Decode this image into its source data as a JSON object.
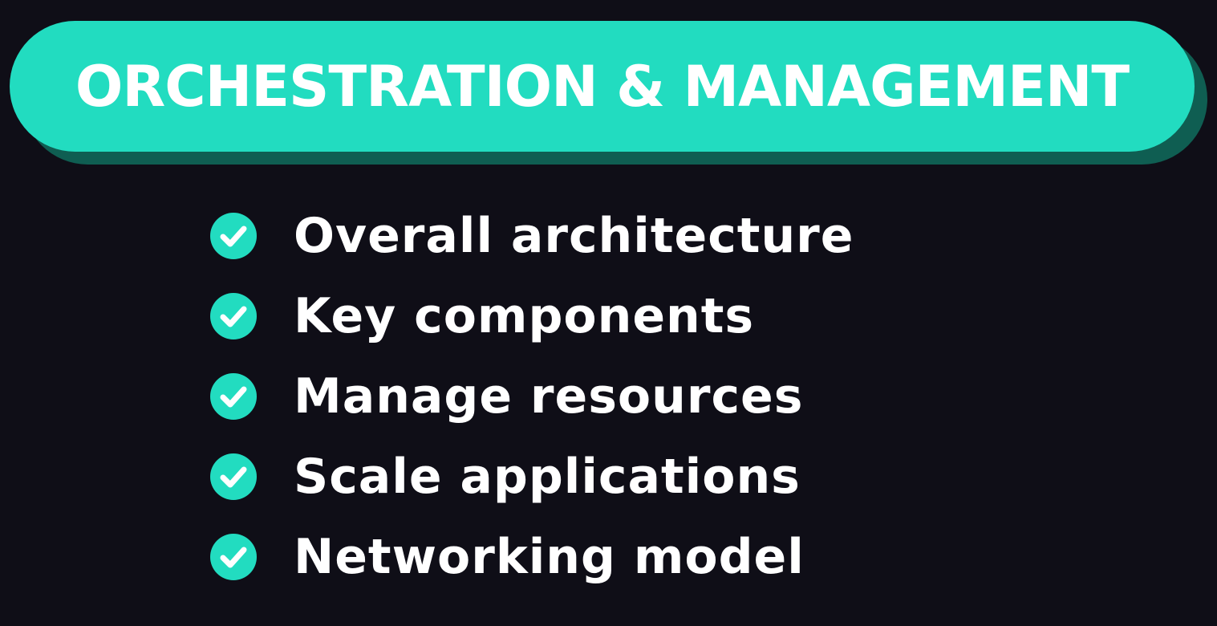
{
  "banner": {
    "title": "ORCHESTRATION & MANAGEMENT"
  },
  "checklist": {
    "items": [
      {
        "label": "Overall architecture",
        "icon": "check-circle-icon"
      },
      {
        "label": "Key components",
        "icon": "check-circle-icon"
      },
      {
        "label": "Manage resources",
        "icon": "check-circle-icon"
      },
      {
        "label": "Scale applications",
        "icon": "check-circle-icon"
      },
      {
        "label": "Networking model",
        "icon": "check-circle-icon"
      }
    ]
  },
  "colors": {
    "background": "#0f0e17",
    "accent": "#22dcc0",
    "accent_shadow": "#0f5e52",
    "text": "#ffffff"
  }
}
